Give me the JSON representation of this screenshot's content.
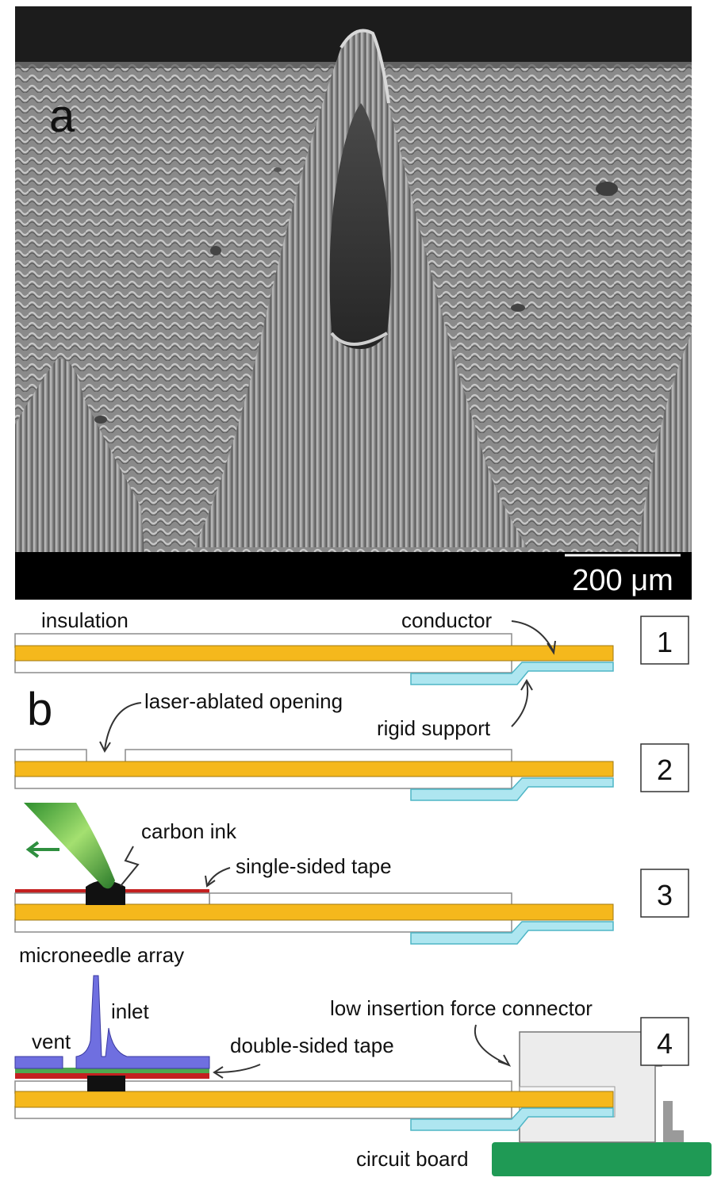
{
  "panel_a": {
    "label": "a",
    "scale_bar_text": "200 μm"
  },
  "panel_b": {
    "label": "b",
    "steps": [
      "1",
      "2",
      "3",
      "4"
    ],
    "labels": {
      "insulation": "insulation",
      "conductor": "conductor",
      "laser_opening": "laser-ablated opening",
      "rigid_support": "rigid support",
      "carbon_ink": "carbon ink",
      "single_tape": "single-sided tape",
      "microneedle_array": "microneedle array",
      "inlet": "inlet",
      "vent": "vent",
      "double_tape": "double-sided tape",
      "connector": "low insertion force connector",
      "circuit_board": "circuit board"
    }
  },
  "colors": {
    "conductor": "#f5b81c",
    "rigid_support": "#aee6f0",
    "rigid_support_edge": "#4fb6c6",
    "microneedle": "#6f6fe0",
    "tape_red": "#c42020",
    "tape_green": "#4fa84f",
    "carbon": "#111111",
    "circuit_board": "#1f9a55",
    "connector": "#ececec"
  }
}
